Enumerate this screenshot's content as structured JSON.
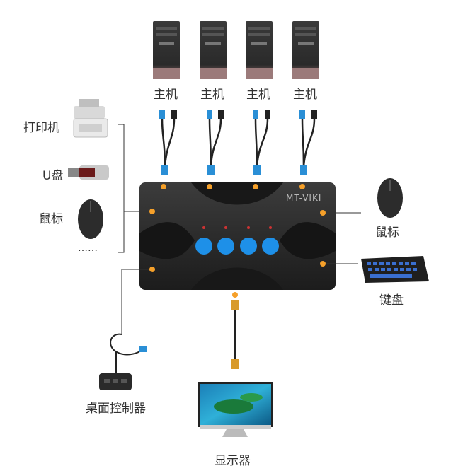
{
  "hosts": [
    {
      "label": "主机"
    },
    {
      "label": "主机"
    },
    {
      "label": "主机"
    },
    {
      "label": "主机"
    }
  ],
  "left_devices": {
    "printer": "打印机",
    "usb_drive": "U盘",
    "mouse": "鼠标",
    "more": "……"
  },
  "right_devices": {
    "mouse": "鼠标",
    "keyboard": "键盘"
  },
  "switch": {
    "brand": "MT-VIKI",
    "button_count": 4
  },
  "desktop_controller": "桌面控制器",
  "display": "显示器",
  "colors": {
    "accent_orange": "#f5a02a",
    "button_blue": "#1e90e8",
    "device_body": "#2b2b2b",
    "cable": "#222222"
  }
}
